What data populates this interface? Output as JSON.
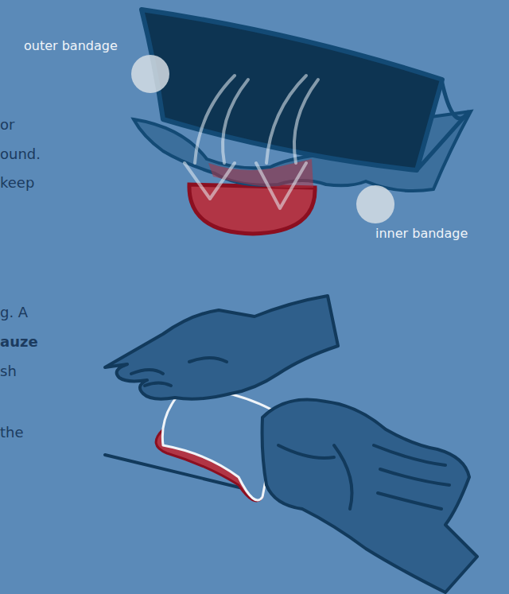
{
  "diagram": {
    "labels": [
      "outer bandage",
      "or",
      "ound.",
      "keep",
      "inner bandage",
      "g. A",
      "auze",
      "sh",
      "the"
    ]
  }
}
